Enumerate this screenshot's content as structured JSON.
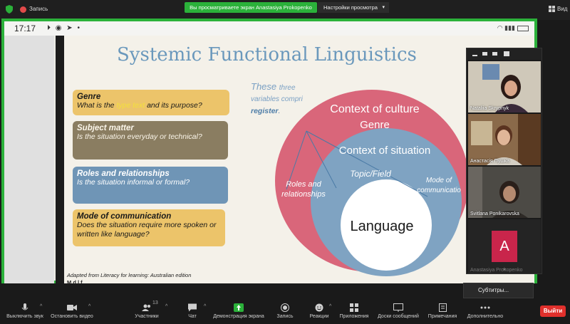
{
  "top_bar": {
    "recording_label": "Запись",
    "share_banner": "Вы просматриваете экран Anastasiya Prokopenko",
    "view_options": "Настройки просмотра",
    "view_label": "Вид"
  },
  "phone_status": {
    "time": "17:17"
  },
  "slide": {
    "title": "Systemic Functional Linguistics",
    "boxes": [
      {
        "heading": "Genre",
        "q_before": "What is the ",
        "q_highlight": "type text",
        "q_after": " and its purpose?"
      },
      {
        "heading": "Subject matter",
        "question": "Is the situation everyday or technical?"
      },
      {
        "heading": "Roles and relationships",
        "question": "Is the situation informal or formal?"
      },
      {
        "heading": "Mode of communication",
        "question": "Does the situation require more spoken or written like language?"
      }
    ],
    "these": "These",
    "three": "three",
    "variables": "variables compri",
    "register": "register",
    "venn": {
      "outer_line1": "Context of culture",
      "outer_line2": "Genre",
      "middle": "Context of situation",
      "topic": "Topic/Field",
      "roles_line1": "Roles and",
      "roles_line2": "relationships",
      "mode_line1": "Mode of",
      "mode_line2": "communicatio",
      "inner": "Language"
    },
    "adapted": "Adapted from Literacy for learning: Australian edition",
    "cut": "M   d  l  f"
  },
  "participants": [
    {
      "name": "Nataliia Skrypnyk"
    },
    {
      "name": "Анастасія Пушка"
    },
    {
      "name": "Svitlana Ponikarovska"
    },
    {
      "initial": "A",
      "name": "Anastasiya Prokopenko"
    }
  ],
  "subtitles_popup": "Субтитры...",
  "toolbar": {
    "mute": "Выключить звук",
    "video": "Остановить видео",
    "participants": "Участники",
    "participants_count": "13",
    "chat": "Чат",
    "share": "Демонстрация экрана",
    "record": "Запись",
    "reactions": "Реакции",
    "apps": "Приложения",
    "whiteboards": "Доски сообщений",
    "notes": "Примечания",
    "more": "Дополнительно",
    "leave": "Выйти"
  },
  "colors": {
    "green": "#2bb13a",
    "title_blue": "#6a98bc",
    "outer_circle": "#d9667a",
    "middle_circle": "#7fa3c2",
    "leave_red": "#e0302c",
    "avatar": "#c9254b"
  }
}
